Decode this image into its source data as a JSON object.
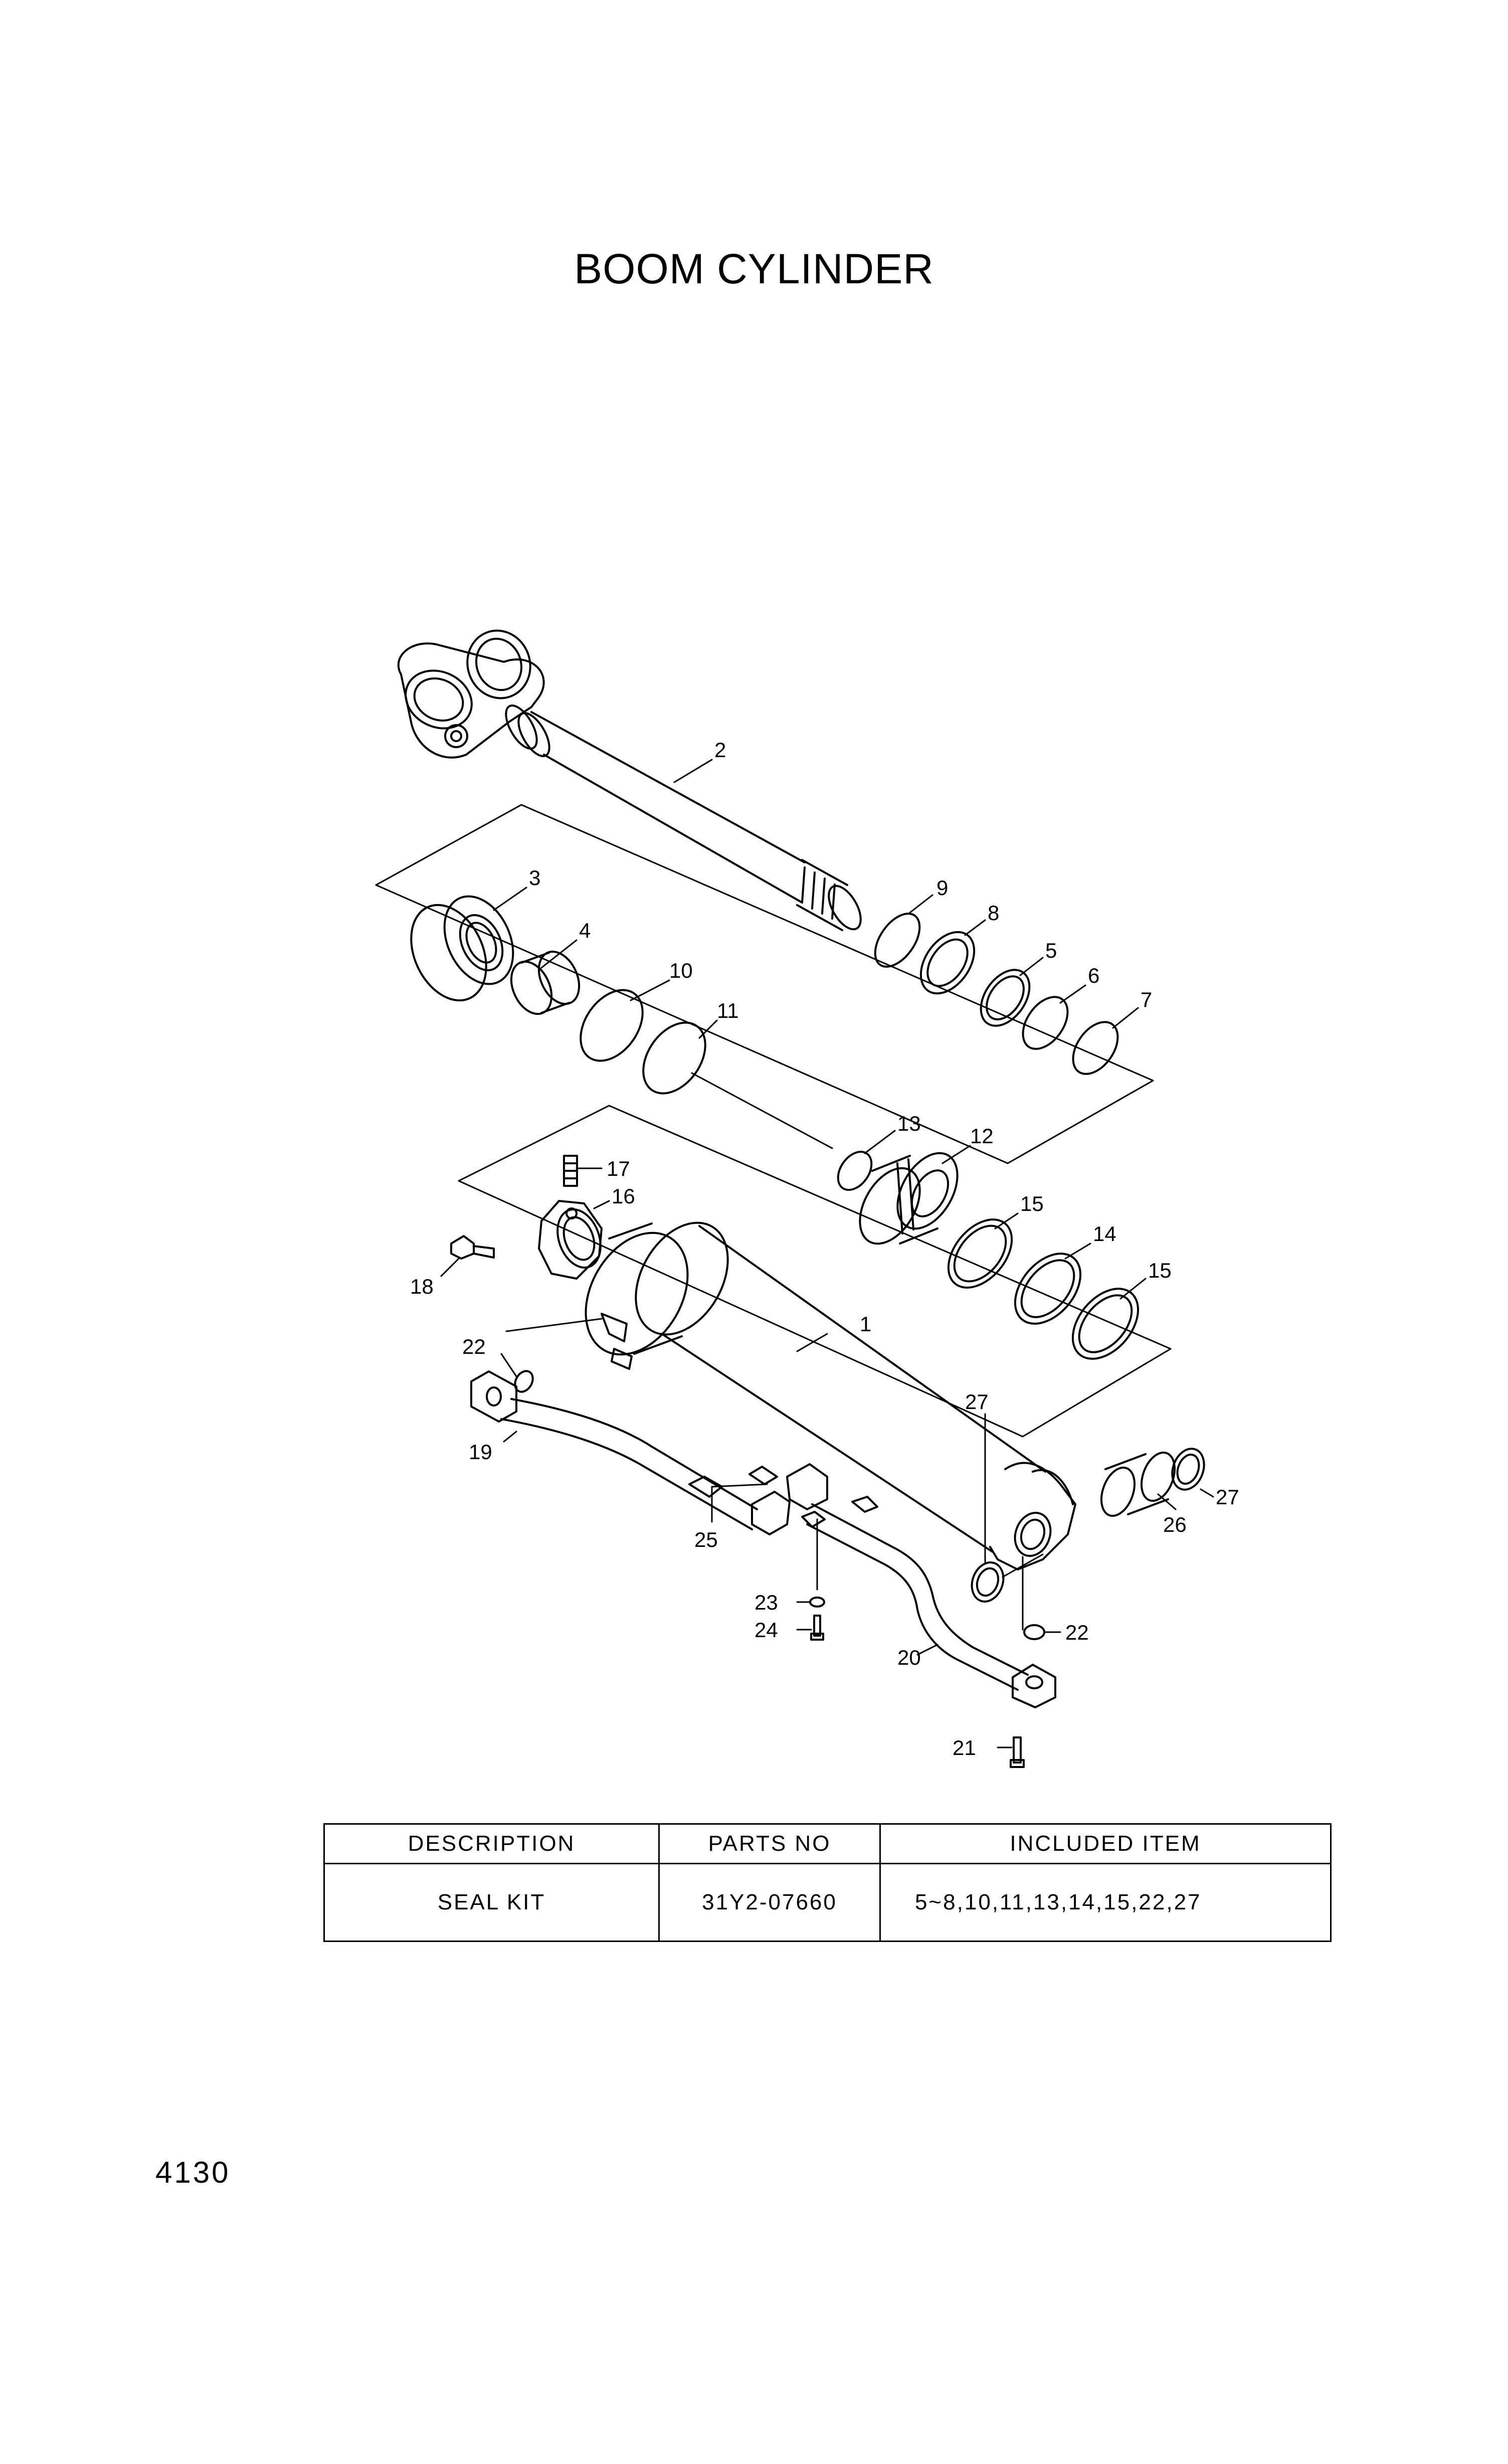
{
  "title": "BOOM CYLINDER",
  "callouts": [
    "1",
    "2",
    "3",
    "4",
    "5",
    "6",
    "7",
    "8",
    "9",
    "10",
    "11",
    "12",
    "13",
    "14",
    "15",
    "15",
    "16",
    "17",
    "18",
    "19",
    "20",
    "21",
    "22",
    "22",
    "23",
    "24",
    "25",
    "26",
    "27",
    "27"
  ],
  "table": {
    "headers": [
      "DESCRIPTION",
      "PARTS NO",
      "INCLUDED ITEM"
    ],
    "rows": [
      [
        "SEAL KIT",
        "31Y2-07660",
        "5~8,10,11,13,14,15,22,27"
      ]
    ]
  },
  "page_number": "4130"
}
